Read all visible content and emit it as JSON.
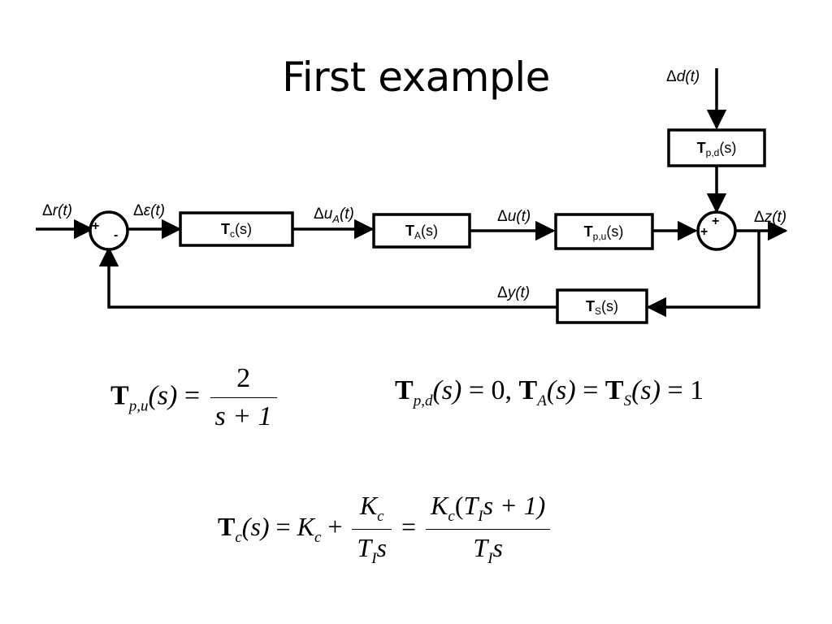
{
  "slide": {
    "title": "First example"
  },
  "diagram": {
    "blocks": {
      "tc": {
        "main": "T",
        "sub": "c",
        "arg": "(s)"
      },
      "ta": {
        "main": "T",
        "sub": "A",
        "arg": "(s)"
      },
      "tpu": {
        "main": "T",
        "sub": "p,u",
        "arg": "(s)"
      },
      "tpd": {
        "main": "T",
        "sub": "p,d",
        "arg": "(s)"
      },
      "ts": {
        "main": "T",
        "sub": "S",
        "arg": "(s)"
      }
    },
    "signals": {
      "r": {
        "delta": "Δ",
        "name": "r",
        "sub": "",
        "arg": "(t)"
      },
      "eps": {
        "delta": "Δ",
        "name": "ε",
        "sub": "",
        "arg": "(t)"
      },
      "ua": {
        "delta": "Δ",
        "name": "u",
        "sub": "A",
        "arg": "(t)"
      },
      "u": {
        "delta": "Δ",
        "name": "u",
        "sub": "",
        "arg": "(t)"
      },
      "z": {
        "delta": "Δ",
        "name": "z",
        "sub": "",
        "arg": "(t)"
      },
      "y": {
        "delta": "Δ",
        "name": "y",
        "sub": "",
        "arg": "(t)"
      },
      "d": {
        "delta": "Δ",
        "name": "d",
        "sub": "",
        "arg": "(t)"
      }
    },
    "junctions": {
      "input": {
        "plus": "+",
        "minus": "-"
      },
      "output": {
        "plus_left": "+",
        "plus_top": "+"
      }
    }
  },
  "equations": {
    "tpu": {
      "lhs_main": "T",
      "lhs_sub": "p,u",
      "lhs_arg": "(s)",
      "eq": "=",
      "num": "2",
      "den": "s + 1"
    },
    "others": {
      "t1_main": "T",
      "t1_sub": "p,d",
      "t1_arg": "(s)",
      "t1_val": "= 0,",
      "t2_main": "T",
      "t2_sub": "A",
      "t2_arg": "(s)",
      "eq": "=",
      "t3_main": "T",
      "t3_sub": "S",
      "t3_arg": "(s)",
      "t3_val": "= 1"
    },
    "tc": {
      "lhs_main": "T",
      "lhs_sub": "c",
      "lhs_arg": "(s)",
      "eq1": "=",
      "k": "K",
      "k_sub": "c",
      "plus": "+",
      "f1_num_k": "K",
      "f1_num_sub": "c",
      "f1_den_t": "T",
      "f1_den_sub": "I",
      "f1_den_s": "s",
      "eq2": "=",
      "f2_num_k": "K",
      "f2_num_sub": "c",
      "f2_num_open": "(",
      "f2_num_t": "T",
      "f2_num_tsub": "I",
      "f2_num_rest": "s + 1)",
      "f2_den_t": "T",
      "f2_den_sub": "I",
      "f2_den_s": "s"
    }
  }
}
